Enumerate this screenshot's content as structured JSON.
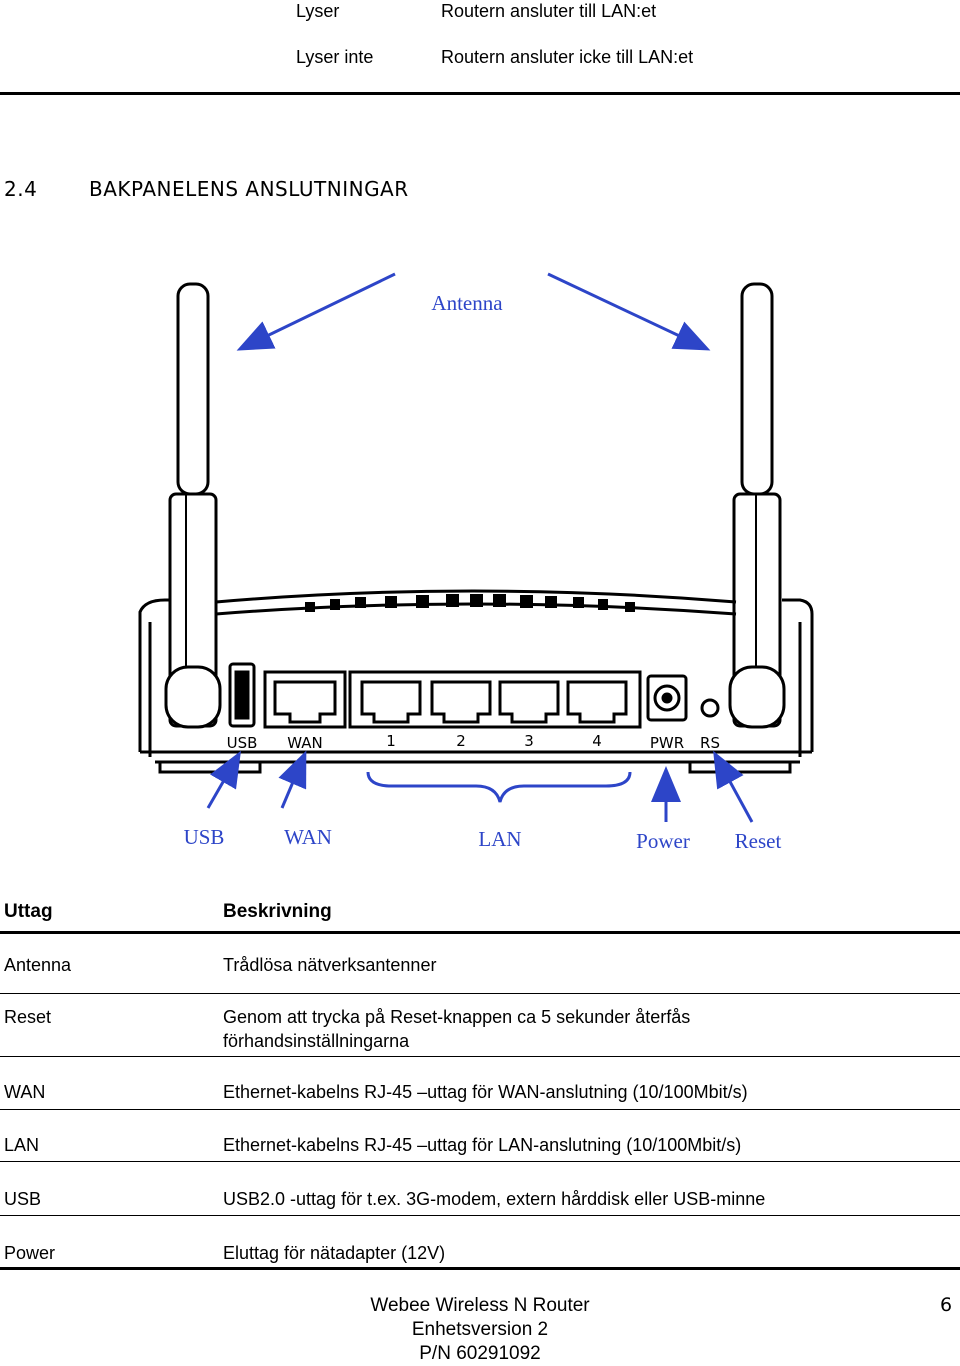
{
  "status": [
    {
      "state": "Lyser",
      "meaning": "Routern ansluter till LAN:et"
    },
    {
      "state": "Lyser inte",
      "meaning": "Routern ansluter icke till LAN:et"
    }
  ],
  "section": {
    "number": "2.4",
    "title": "BAKPANELENS ANSLUTNINGAR"
  },
  "figure": {
    "callouts": {
      "antenna": "Antenna",
      "usb": "USB",
      "wan": "WAN",
      "lan": "LAN",
      "power": "Power",
      "reset": "Reset"
    },
    "port_labels": {
      "usb": "USB",
      "wan": "WAN",
      "p1": "1",
      "p2": "2",
      "p3": "3",
      "p4": "4",
      "pwr": "PWR",
      "rs": "RS"
    },
    "callout_color": "#2d45c8"
  },
  "table": {
    "headers": {
      "port": "Uttag",
      "desc": "Beskrivning"
    },
    "rows": [
      {
        "port": "Antenna",
        "desc": "Trådlösa nätverksantenner",
        "desc2": ""
      },
      {
        "port": "Reset",
        "desc": "Genom att trycka på Reset-knappen ca 5 sekunder återfås",
        "desc2": "förhandsinställningarna"
      },
      {
        "port": "WAN",
        "desc": "Ethernet-kabelns RJ-45 –uttag för WAN-anslutning (10/100Mbit/s)",
        "desc2": ""
      },
      {
        "port": "LAN",
        "desc": "Ethernet-kabelns RJ-45 –uttag för LAN-anslutning (10/100Mbit/s)",
        "desc2": ""
      },
      {
        "port": "USB",
        "desc": "USB2.0 -uttag för t.ex. 3G-modem, extern hårddisk eller USB-minne",
        "desc2": ""
      },
      {
        "port": "Power",
        "desc": "Eluttag för nätadapter (12V)",
        "desc2": ""
      }
    ]
  },
  "footer": {
    "product": "Webee Wireless N Router",
    "version": "Enhetsversion 2",
    "pn": "P/N 60291092",
    "page": "6"
  }
}
